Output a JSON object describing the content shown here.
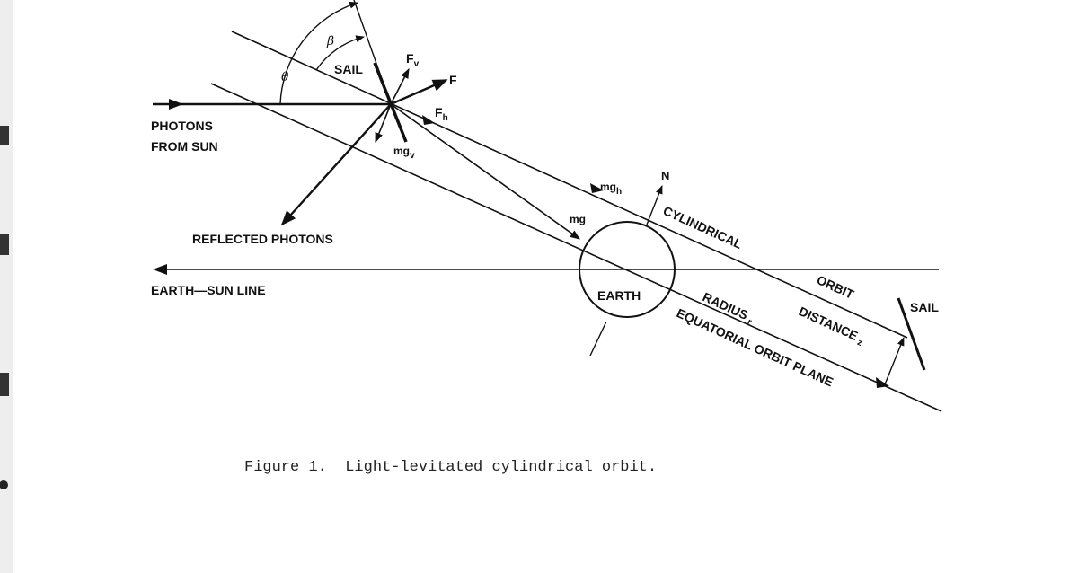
{
  "figure": {
    "caption": "Figure 1.  Light-levitated cylindrical orbit.",
    "labels": {
      "theta": "θ",
      "beta": "β",
      "sail_top": "SAIL",
      "f_v": "F",
      "f_v_sub": "v",
      "f": "F",
      "f_h": "F",
      "f_h_sub": "h",
      "mg_v": "mg",
      "mg_v_sub": "v",
      "mg_h": "mg",
      "mg_h_sub": "h",
      "mg": "mg",
      "n": "N",
      "photons_line1": "PHOTONS",
      "photons_line2": "FROM SUN",
      "reflected": "REFLECTED PHOTONS",
      "earth_sun": "EARTH—SUN LINE",
      "earth": "EARTH",
      "cylindrical": "CYLINDRICAL",
      "orbit": "ORBIT",
      "radius": "RADIUS",
      "radius_sub": "r",
      "distance": "DISTANCE",
      "distance_sub": "z",
      "equatorial": "EQUATORIAL ORBIT PLANE",
      "sail_right": "SAIL"
    }
  }
}
